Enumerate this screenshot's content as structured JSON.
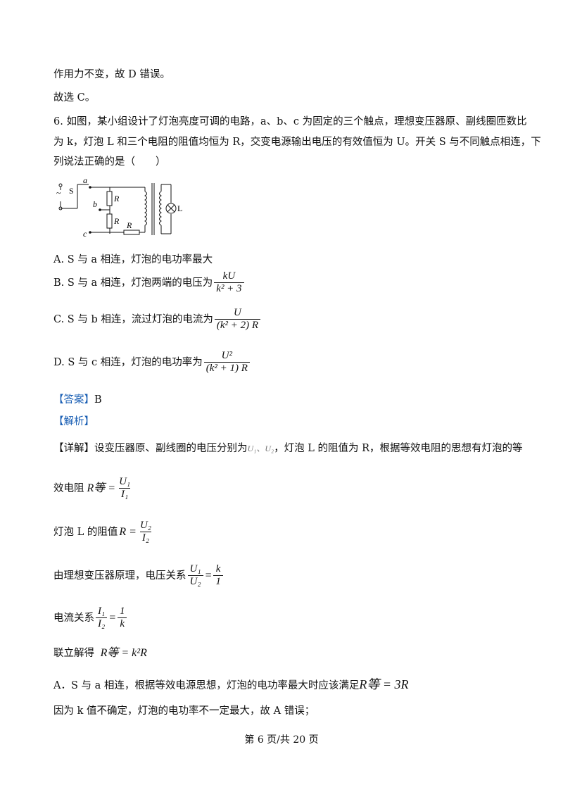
{
  "lines": {
    "l1": "作用力不变，故 D 错误。",
    "l2": "故选 C。",
    "q_line1": "6. 如图，某小组设计了灯泡亮度可调的电路，a、b、c 为固定的三个触点，理想变压器原、副线圈匝数比",
    "q_line2": "为 k，灯泡 L 和三个电阻的阻值均恒为 R，交变电源输出电压的有效值恒为 U。开关 S 与不同触点相连，下",
    "q_line3": "列说法正确的是（　　）"
  },
  "circuit": {
    "label_a": "a",
    "label_b": "b",
    "label_c": "c",
    "label_S": "S",
    "label_R1": "R",
    "label_R2": "R",
    "label_R3": "R",
    "label_L": "L",
    "label_source": "~"
  },
  "options": {
    "A": "A. S 与 a 相连，灯泡的电功率最大",
    "B_text": "B. S 与 a 相连，灯泡两端的电压为",
    "B_num": "kU",
    "B_den": "k² + 3",
    "C_text": "C. S 与 b 相连，流过灯泡的电流为",
    "C_num": "U",
    "C_den": "(k² + 2) R",
    "D_text": "D. S 与 c 相连，灯泡的电功率为",
    "D_num": "U²",
    "D_den": "(k² + 1) R"
  },
  "answer": {
    "tag": "【答案】",
    "value": "B"
  },
  "analysis": {
    "tag": "【解析】"
  },
  "detail": {
    "tag": "【详解】",
    "line1_a": "设变压器原、副线圈的电压分别为",
    "line1_vars": "U₁、U₂",
    "line1_b": "，灯泡 L 的阻值为 R，根据等效电阻的思想有灯泡的等",
    "eq_res_label": "效电阻",
    "eq_res_lhs": "R等 =",
    "eq_res_num": "U₁",
    "eq_res_den": "I₁",
    "lamp_label": "灯泡 L 的阻值",
    "lamp_lhs": "R =",
    "lamp_num": "U₂",
    "lamp_den": "I₂",
    "volt_label": "由理想变压器原理，电压关系",
    "volt_num": "U₁",
    "volt_den": "U₂",
    "volt_eq": "=",
    "volt_rnum": "k",
    "volt_rden": "1",
    "curr_label": "电流关系",
    "curr_num": "I₁",
    "curr_den": "I₂",
    "curr_eq": "=",
    "curr_rnum": "1",
    "curr_rden": "k",
    "solve_label": "联立解得",
    "solve_eq": "R等 = k²R",
    "A_line": "A．S 与 a 相连，根据等效电源思想，灯泡的电功率最大时应该满足",
    "A_eq": "R等 = 3R",
    "last_line": "因为 k 值不确定，灯泡的电功率不一定最大，故 A 错误；"
  },
  "footer": "第 6 页/共 20 页"
}
